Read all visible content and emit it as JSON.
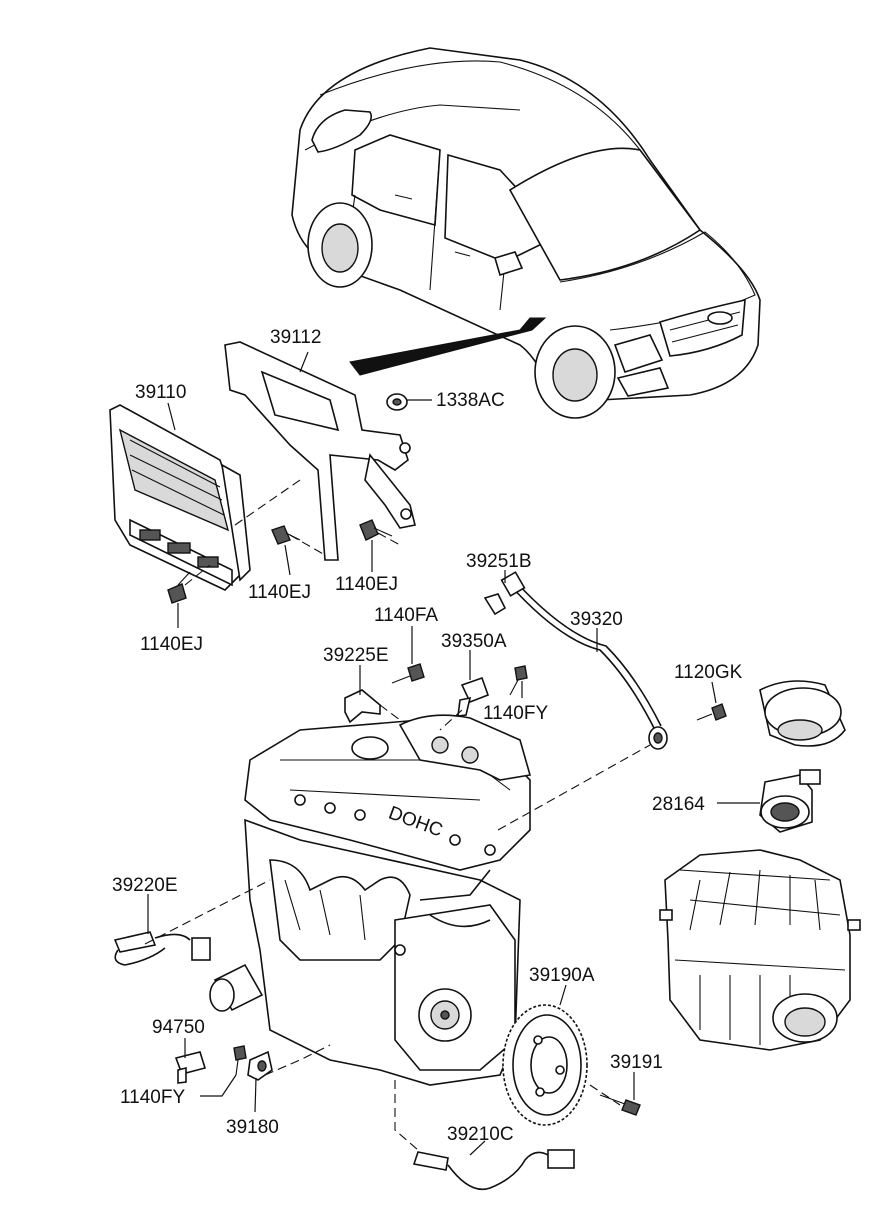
{
  "diagram": {
    "labels": {
      "p39112": "39112",
      "p39110": "39110",
      "p1338AC": "1338AC",
      "p1140EJ_a": "1140EJ",
      "p1140EJ_b": "1140EJ",
      "p1140EJ_c": "1140EJ",
      "p39251B": "39251B",
      "p1140FA": "1140FA",
      "p39320": "39320",
      "p39225E": "39225E",
      "p39350A": "39350A",
      "p1120GK": "1120GK",
      "p1140FY_a": "1140FY",
      "p28164": "28164",
      "p39220E": "39220E",
      "p39190A": "39190A",
      "p94750": "94750",
      "p39191": "39191",
      "p1140FY_b": "1140FY",
      "p39180": "39180",
      "p39210C": "39210C"
    }
  }
}
